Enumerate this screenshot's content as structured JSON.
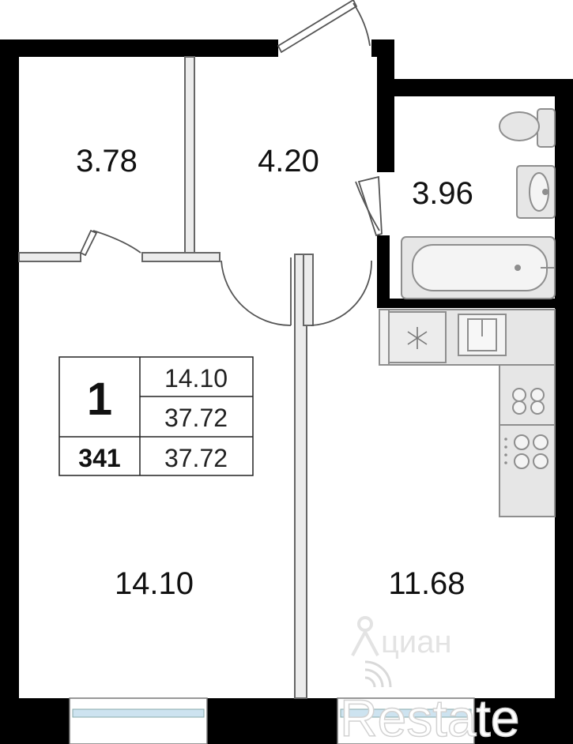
{
  "rooms": {
    "storage": "3.78",
    "hall": "4.20",
    "bathroom": "3.96",
    "living_room": "14.10",
    "kitchen": "11.68"
  },
  "info_box": {
    "room_count": "1",
    "living_area": "14.10",
    "total_area": "37.72",
    "apartment_number": "341",
    "apartment_area": "37.72"
  },
  "watermarks": {
    "cian": "циан",
    "restate": "Restate"
  },
  "colors": {
    "wall": "#000000",
    "fixture": "#e6e6e6",
    "fixture_stroke": "#8e8e8e",
    "window_glass": "#cde3f0"
  }
}
